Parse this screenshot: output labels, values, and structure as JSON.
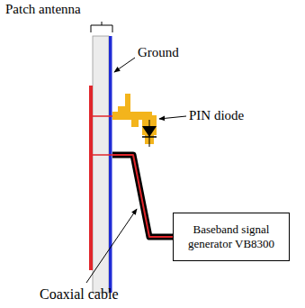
{
  "diagram": {
    "nodes": [
      {
        "text": [
          "Baseband signal generator VB8300"
        ]
      }
    ],
    "labels": [
      "Patch antenna",
      "Ground",
      "PIN diode",
      "Coaxial cable"
    ]
  }
}
